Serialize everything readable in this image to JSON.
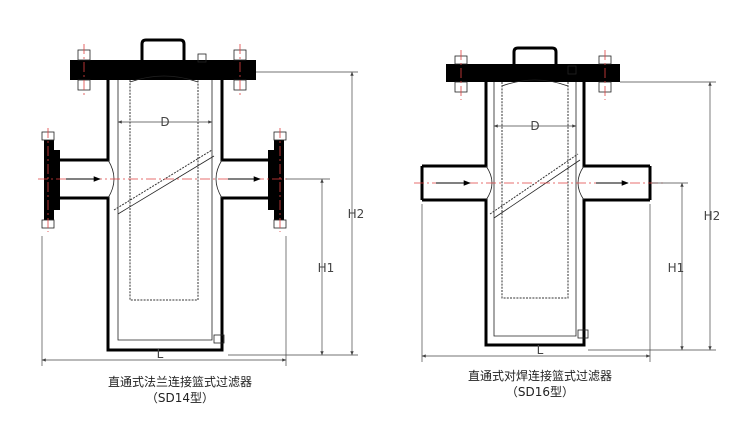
{
  "left_drawing": {
    "dim_d": "D",
    "dim_h1": "H1",
    "dim_h2": "H2",
    "dim_l": "L",
    "title": "直通式法兰连接篮式过滤器",
    "model": "（SD14型）"
  },
  "right_drawing": {
    "dim_d": "D",
    "dim_h1": "H1",
    "dim_h2": "H2",
    "dim_l": "L",
    "title": "直通式对焊连接篮式过滤器",
    "model": "（SD16型）"
  },
  "colors": {
    "outline": "#000000",
    "centerline": "#e04040",
    "dimension": "#444444"
  }
}
